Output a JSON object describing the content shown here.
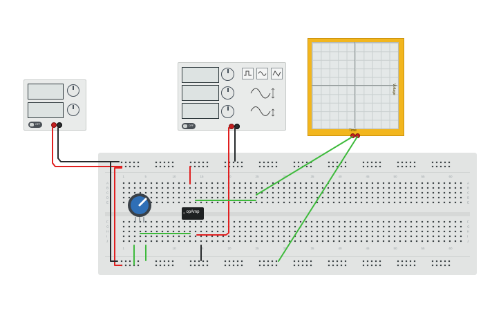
{
  "oscilloscope": {
    "vertical_axis_label": "Voltage",
    "horizontal_axis_label": "Time"
  },
  "opamp": {
    "label": "opAmp"
  },
  "power_supply": {
    "toggle_label": "OFF"
  },
  "function_generator": {
    "toggle_label": "OFF"
  },
  "breadboard": {
    "column_numbers": [
      "1",
      "5",
      "10",
      "15",
      "20",
      "25",
      "30",
      "35",
      "40",
      "45",
      "50",
      "55",
      "60"
    ],
    "row_letters_top": [
      "A",
      "B",
      "C",
      "D",
      "E"
    ],
    "row_letters_bottom": [
      "F",
      "G",
      "H",
      "I",
      "J"
    ]
  },
  "colors": {
    "wire_red": "#e01f1f",
    "wire_black": "#26292b",
    "wire_green": "#3dba3b",
    "scope_yellow": "#f2b61e",
    "potentiometer_blue": "#2f6fb6"
  },
  "icons": [
    "square-wave-icon",
    "sine-wave-icon",
    "triangle-wave-icon",
    "potentiometer-icon",
    "opamp-chip-icon"
  ]
}
